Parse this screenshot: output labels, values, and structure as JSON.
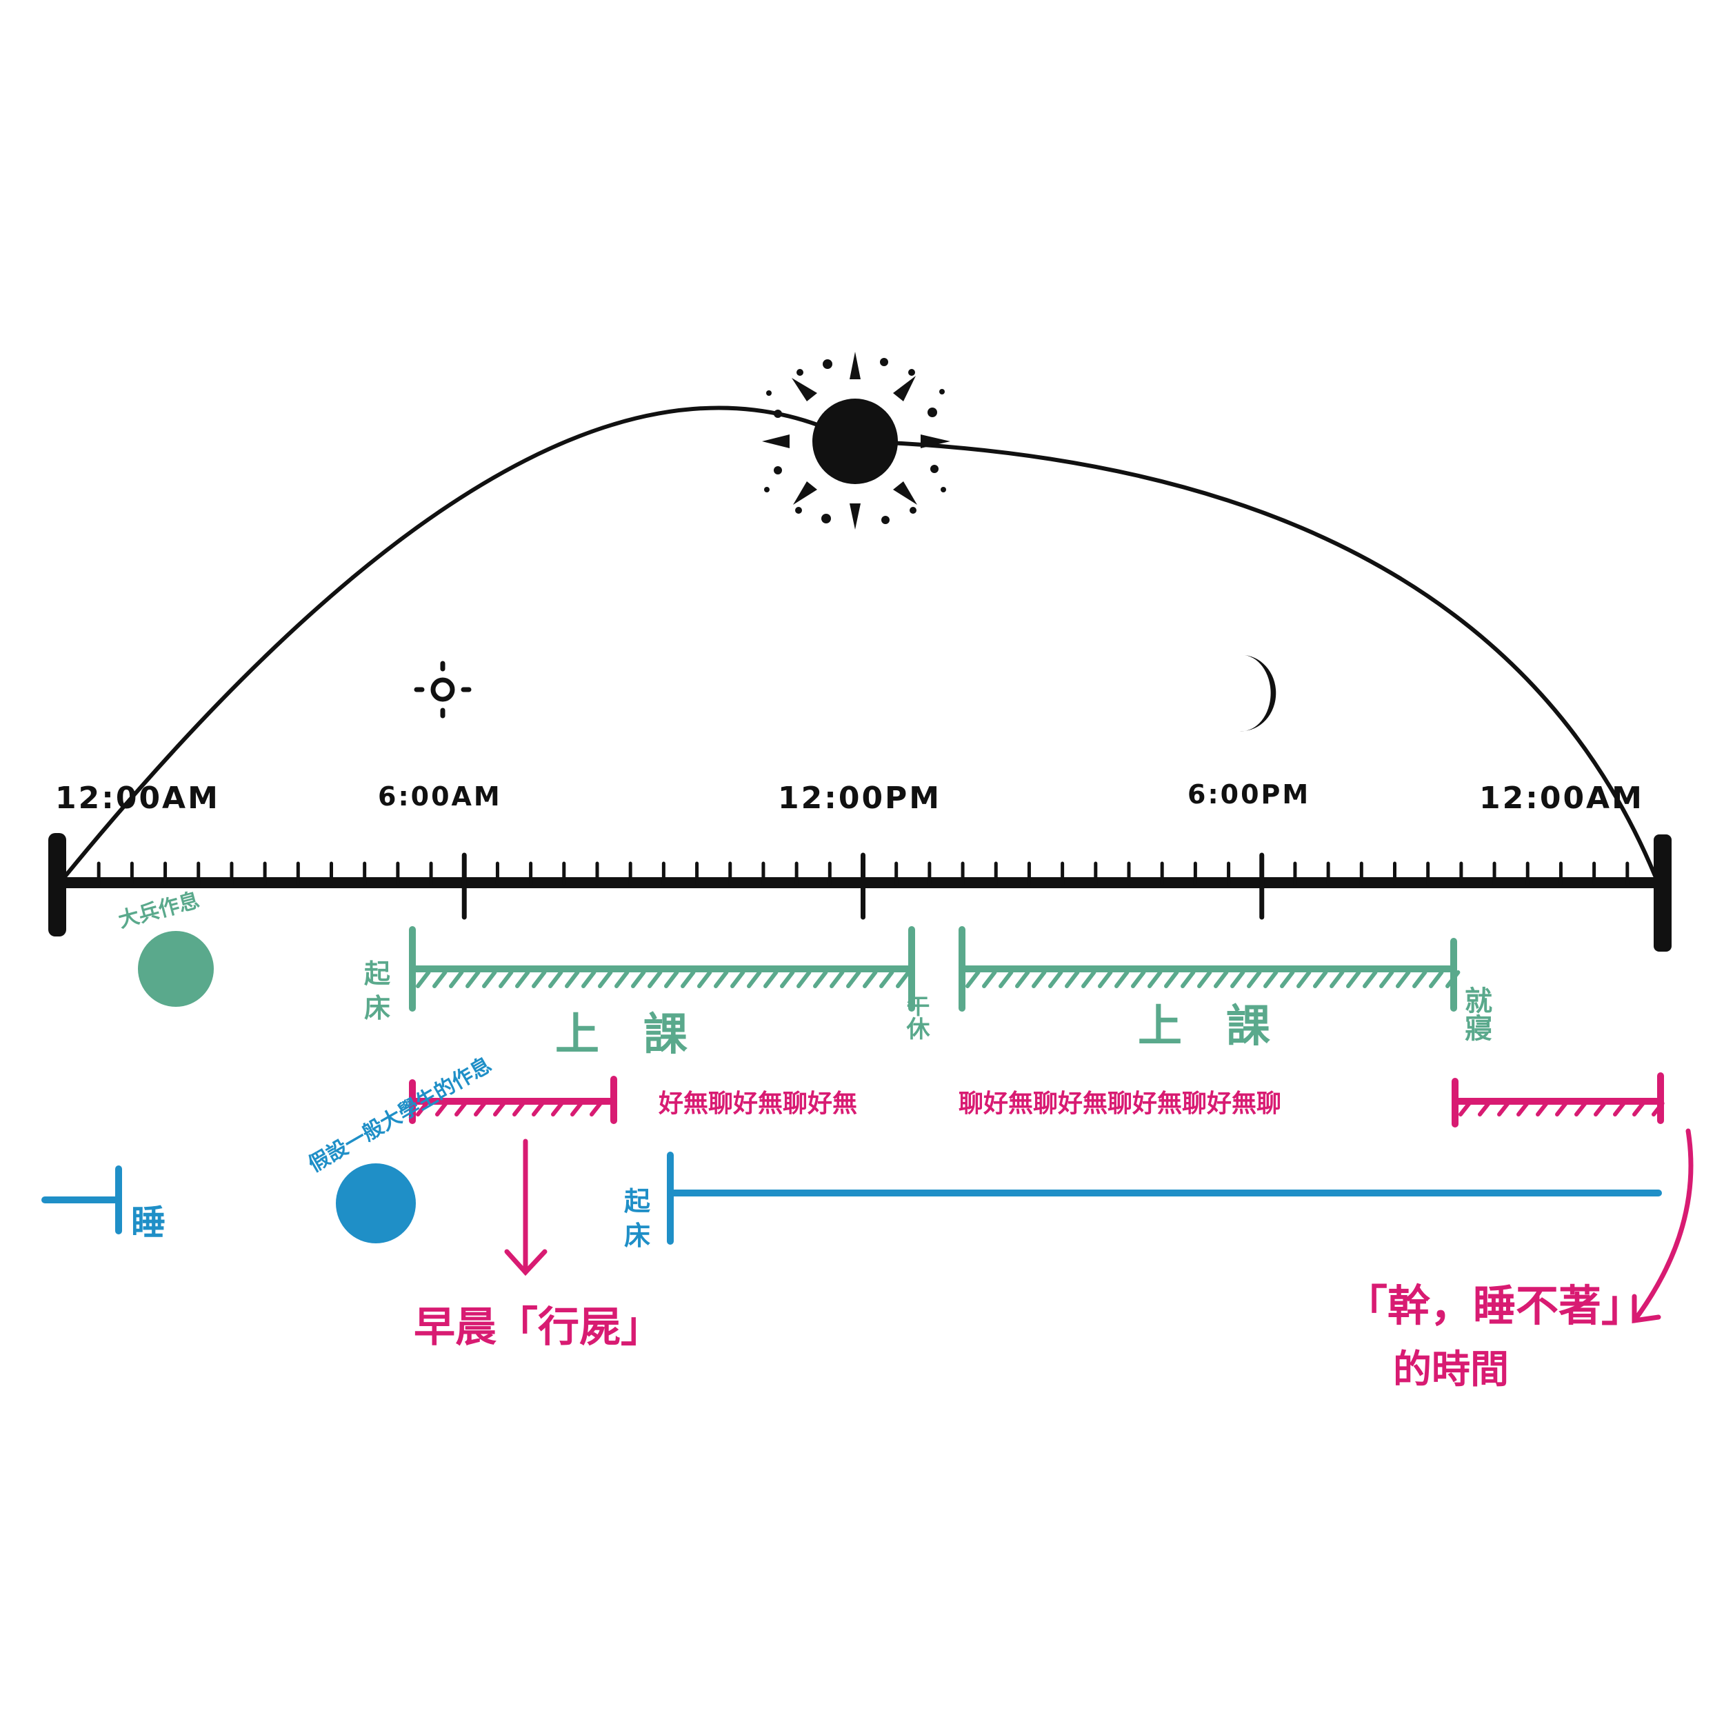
{
  "colors": {
    "ink": "#111111",
    "green": "#5aa98c",
    "pink": "#d81b72",
    "blue": "#1f8fc7"
  },
  "icons": [
    "sun-icon",
    "small-sun-icon",
    "crescent-moon-icon"
  ],
  "time_labels": {
    "start": "12:00AM",
    "six_am": "6:00AM",
    "noon": "12:00PM",
    "six_pm": "6:00PM",
    "end": "12:00AM"
  },
  "green_track": {
    "legend_label": "大兵作息",
    "wake_up": "起床",
    "class_1": "上　課",
    "nap": "午休",
    "class_2": "上　課",
    "bedtime": "就寢"
  },
  "pink_track": {
    "bored_text_1": "好無聊好無聊好無",
    "bored_text_2": "聊好無聊好無聊好無聊好無聊",
    "morning_zombie": "早晨「行屍」",
    "cant_sleep_1": "「幹，睡不著」",
    "cant_sleep_2": "的時間"
  },
  "blue_track": {
    "legend_label": "假設一般大學生的作息",
    "sleep": "睡",
    "wake_up": "起床"
  }
}
